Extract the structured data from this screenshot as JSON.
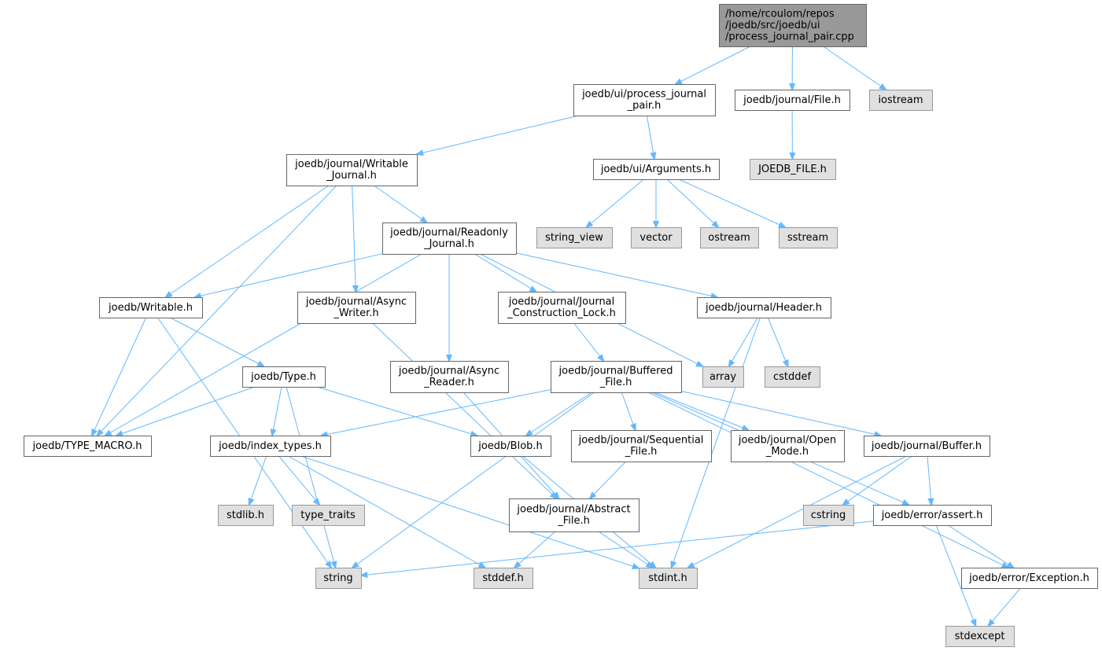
{
  "graph": {
    "colors": {
      "edge": "#63b8ff",
      "source_fill": "#999999",
      "local_fill": "#ffffff",
      "system_fill": "#e0e0e0"
    },
    "nodes": [
      {
        "id": "root",
        "kind": "source",
        "lines": [
          "/home/rcoulom/repos",
          "/joedb/src/joedb/ui",
          "/process_journal_pair.cpp"
        ]
      },
      {
        "id": "pjp",
        "kind": "local",
        "lines": [
          "joedb/ui/process_journal",
          "_pair.h"
        ]
      },
      {
        "id": "jfile",
        "kind": "local",
        "lines": [
          "joedb/journal/File.h"
        ]
      },
      {
        "id": "iostream",
        "kind": "system",
        "lines": [
          "iostream"
        ]
      },
      {
        "id": "joedbfile",
        "kind": "system",
        "lines": [
          "JOEDB_FILE.h"
        ]
      },
      {
        "id": "wj",
        "kind": "local",
        "lines": [
          "joedb/journal/Writable",
          "_Journal.h"
        ]
      },
      {
        "id": "args",
        "kind": "local",
        "lines": [
          "joedb/ui/Arguments.h"
        ]
      },
      {
        "id": "string_view",
        "kind": "system",
        "lines": [
          "string_view"
        ]
      },
      {
        "id": "vector",
        "kind": "system",
        "lines": [
          "vector"
        ]
      },
      {
        "id": "ostream",
        "kind": "system",
        "lines": [
          "ostream"
        ]
      },
      {
        "id": "sstream",
        "kind": "system",
        "lines": [
          "sstream"
        ]
      },
      {
        "id": "rj",
        "kind": "local",
        "lines": [
          "joedb/journal/Readonly",
          "_Journal.h"
        ]
      },
      {
        "id": "writable",
        "kind": "local",
        "lines": [
          "joedb/Writable.h"
        ]
      },
      {
        "id": "aw",
        "kind": "local",
        "lines": [
          "joedb/journal/Async",
          "_Writer.h"
        ]
      },
      {
        "id": "jcl",
        "kind": "local",
        "lines": [
          "joedb/journal/Journal",
          "_Construction_Lock.h"
        ]
      },
      {
        "id": "header",
        "kind": "local",
        "lines": [
          "joedb/journal/Header.h"
        ]
      },
      {
        "id": "type",
        "kind": "local",
        "lines": [
          "joedb/Type.h"
        ]
      },
      {
        "id": "ar",
        "kind": "local",
        "lines": [
          "joedb/journal/Async",
          "_Reader.h"
        ]
      },
      {
        "id": "bf",
        "kind": "local",
        "lines": [
          "joedb/journal/Buffered",
          "_File.h"
        ]
      },
      {
        "id": "array",
        "kind": "system",
        "lines": [
          "array"
        ]
      },
      {
        "id": "cstddef",
        "kind": "system",
        "lines": [
          "cstddef"
        ]
      },
      {
        "id": "typemacro",
        "kind": "local",
        "lines": [
          "joedb/TYPE_MACRO.h"
        ]
      },
      {
        "id": "idx",
        "kind": "local",
        "lines": [
          "joedb/index_types.h"
        ]
      },
      {
        "id": "blob",
        "kind": "local",
        "lines": [
          "joedb/Blob.h"
        ]
      },
      {
        "id": "seq",
        "kind": "local",
        "lines": [
          "joedb/journal/Sequential",
          "_File.h"
        ]
      },
      {
        "id": "om",
        "kind": "local",
        "lines": [
          "joedb/journal/Open",
          "_Mode.h"
        ]
      },
      {
        "id": "buffer",
        "kind": "local",
        "lines": [
          "joedb/journal/Buffer.h"
        ]
      },
      {
        "id": "stdlib",
        "kind": "system",
        "lines": [
          "stdlib.h"
        ]
      },
      {
        "id": "type_traits",
        "kind": "system",
        "lines": [
          "type_traits"
        ]
      },
      {
        "id": "af",
        "kind": "local",
        "lines": [
          "joedb/journal/Abstract",
          "_File.h"
        ]
      },
      {
        "id": "cstring",
        "kind": "system",
        "lines": [
          "cstring"
        ]
      },
      {
        "id": "assert",
        "kind": "local",
        "lines": [
          "joedb/error/assert.h"
        ]
      },
      {
        "id": "string",
        "kind": "system",
        "lines": [
          "string"
        ]
      },
      {
        "id": "stddef",
        "kind": "system",
        "lines": [
          "stddef.h"
        ]
      },
      {
        "id": "stdint",
        "kind": "system",
        "lines": [
          "stdint.h"
        ]
      },
      {
        "id": "exception",
        "kind": "local",
        "lines": [
          "joedb/error/Exception.h"
        ]
      },
      {
        "id": "stdexcept",
        "kind": "system",
        "lines": [
          "stdexcept"
        ]
      }
    ],
    "edges": [
      [
        "root",
        "pjp"
      ],
      [
        "root",
        "jfile"
      ],
      [
        "root",
        "iostream"
      ],
      [
        "jfile",
        "joedbfile"
      ],
      [
        "pjp",
        "wj"
      ],
      [
        "pjp",
        "args"
      ],
      [
        "args",
        "string_view"
      ],
      [
        "args",
        "vector"
      ],
      [
        "args",
        "ostream"
      ],
      [
        "args",
        "sstream"
      ],
      [
        "wj",
        "rj"
      ],
      [
        "wj",
        "writable"
      ],
      [
        "wj",
        "aw"
      ],
      [
        "wj",
        "typemacro"
      ],
      [
        "rj",
        "writable"
      ],
      [
        "rj",
        "typemacro"
      ],
      [
        "rj",
        "ar"
      ],
      [
        "rj",
        "jcl"
      ],
      [
        "rj",
        "header"
      ],
      [
        "rj",
        "array"
      ],
      [
        "writable",
        "type"
      ],
      [
        "writable",
        "typemacro"
      ],
      [
        "writable",
        "string"
      ],
      [
        "aw",
        "af"
      ],
      [
        "jcl",
        "bf"
      ],
      [
        "header",
        "array"
      ],
      [
        "header",
        "cstddef"
      ],
      [
        "header",
        "stdint"
      ],
      [
        "type",
        "typemacro"
      ],
      [
        "type",
        "idx"
      ],
      [
        "type",
        "blob"
      ],
      [
        "type",
        "string"
      ],
      [
        "ar",
        "af"
      ],
      [
        "bf",
        "idx"
      ],
      [
        "bf",
        "blob"
      ],
      [
        "bf",
        "seq"
      ],
      [
        "bf",
        "om"
      ],
      [
        "bf",
        "buffer"
      ],
      [
        "bf",
        "assert"
      ],
      [
        "bf",
        "exception"
      ],
      [
        "bf",
        "string"
      ],
      [
        "idx",
        "stdlib"
      ],
      [
        "idx",
        "type_traits"
      ],
      [
        "idx",
        "stddef"
      ],
      [
        "idx",
        "stdint"
      ],
      [
        "blob",
        "stdint"
      ],
      [
        "seq",
        "af"
      ],
      [
        "buffer",
        "cstring"
      ],
      [
        "buffer",
        "assert"
      ],
      [
        "buffer",
        "stdint"
      ],
      [
        "af",
        "stddef"
      ],
      [
        "af",
        "stdint"
      ],
      [
        "assert",
        "string"
      ],
      [
        "assert",
        "exception"
      ],
      [
        "assert",
        "stdexcept"
      ],
      [
        "exception",
        "stdexcept"
      ]
    ]
  }
}
